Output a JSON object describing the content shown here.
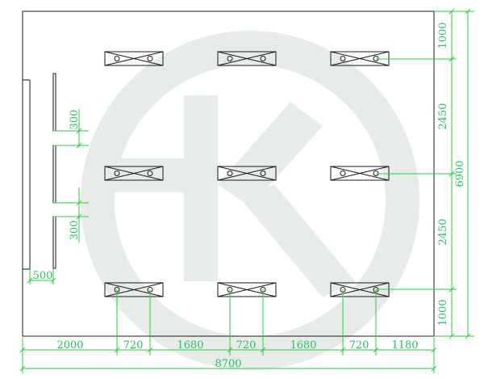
{
  "colors": {
    "dimension": "#2ecc40",
    "outline": "#1a1a1a",
    "watermark": "#e8ece9"
  },
  "watermark": {
    "icon": "k-logo-watermark-icon"
  },
  "room": {
    "width_mm": 8700,
    "depth_mm": 6900
  },
  "fixtures": {
    "rows": 3,
    "cols": 3,
    "fixture_icon": "light-fixture-icon"
  },
  "dimensions": {
    "bottom_segments": [
      "2000",
      "720",
      "1680",
      "720",
      "1680",
      "720",
      "1180"
    ],
    "overall_width": "8700",
    "right_segments": [
      "1000",
      "2450",
      "2450",
      "1000"
    ],
    "overall_depth": "6900",
    "left_labels": {
      "gap_upper": "300",
      "gap_lower": "300",
      "offset": "500"
    }
  }
}
